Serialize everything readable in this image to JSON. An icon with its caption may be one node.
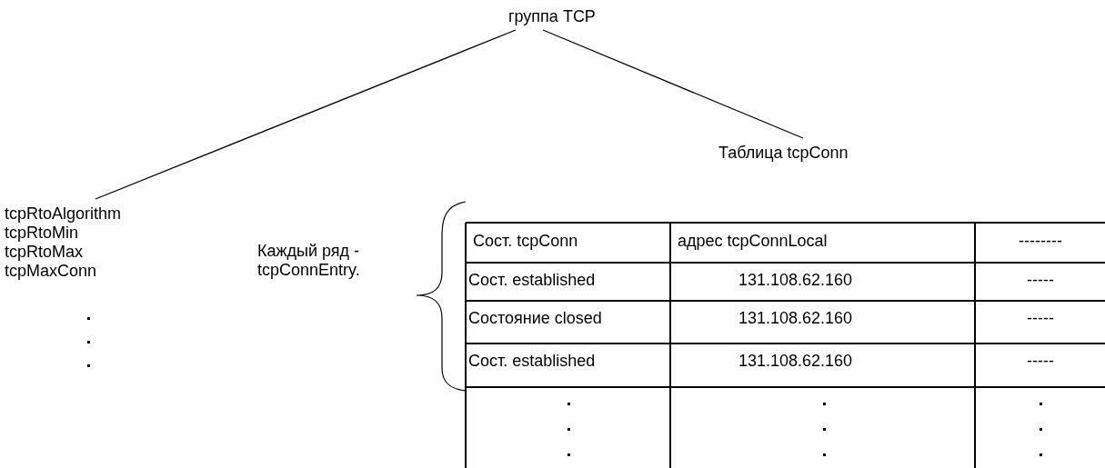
{
  "diagram": {
    "nodes": [
      {
        "text": [
          "группа TCP"
        ]
      },
      {
        "text": [
          "tcpRtoAlgorithm",
          "tcpRtoMin",
          "tcpRtoMax",
          "tcpMaxConn"
        ]
      },
      {
        "text": [
          "Таблица tcpConn"
        ]
      }
    ],
    "edges": [
      {
        "from": 0,
        "to": 1,
        "arrow": "none"
      },
      {
        "from": 0,
        "to": 2,
        "arrow": "none"
      }
    ],
    "labels": [
      "Каждый ряд - tcpConnEntry.",
      "Сост. tcpConn",
      "адрес tcpConnLocal",
      "--------",
      "Сост. established",
      "131.108.62.160",
      "-----",
      "Состояние closed",
      "131.108.62.160",
      "-----",
      "Сост. established",
      "131.108.62.160",
      "-----"
    ]
  }
}
